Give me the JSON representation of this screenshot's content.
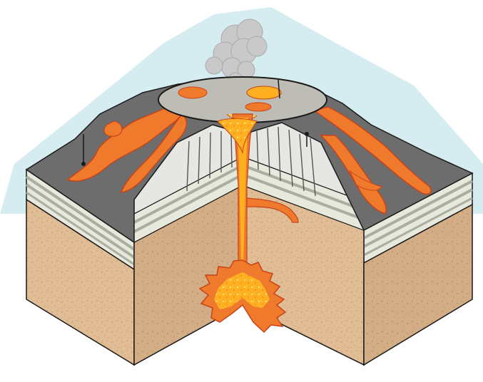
{
  "diagram": {
    "colors": {
      "sky": "#d5ecf1",
      "ground_surface": "#6d6d6d",
      "crater_floor": "#bdbdb5",
      "lava": "#f07a2c",
      "lava_bright": "#ffb020",
      "lava_glow": "#ffd45a",
      "lava_dark": "#c8431a",
      "sediment": "#e0bd95",
      "sediment_dark": "#c9a078",
      "strata_light": "#e7e9dd",
      "strata_dark": "#a9aea1",
      "wall_light": "#e6e6e3",
      "smoke": "#c9c9c9",
      "outline": "#1a1a1a"
    },
    "components": [
      "eruption-plume",
      "summit-crater",
      "lava-flows",
      "layered-strata",
      "conduit",
      "dike",
      "magma-chamber",
      "bedrock-block"
    ]
  }
}
